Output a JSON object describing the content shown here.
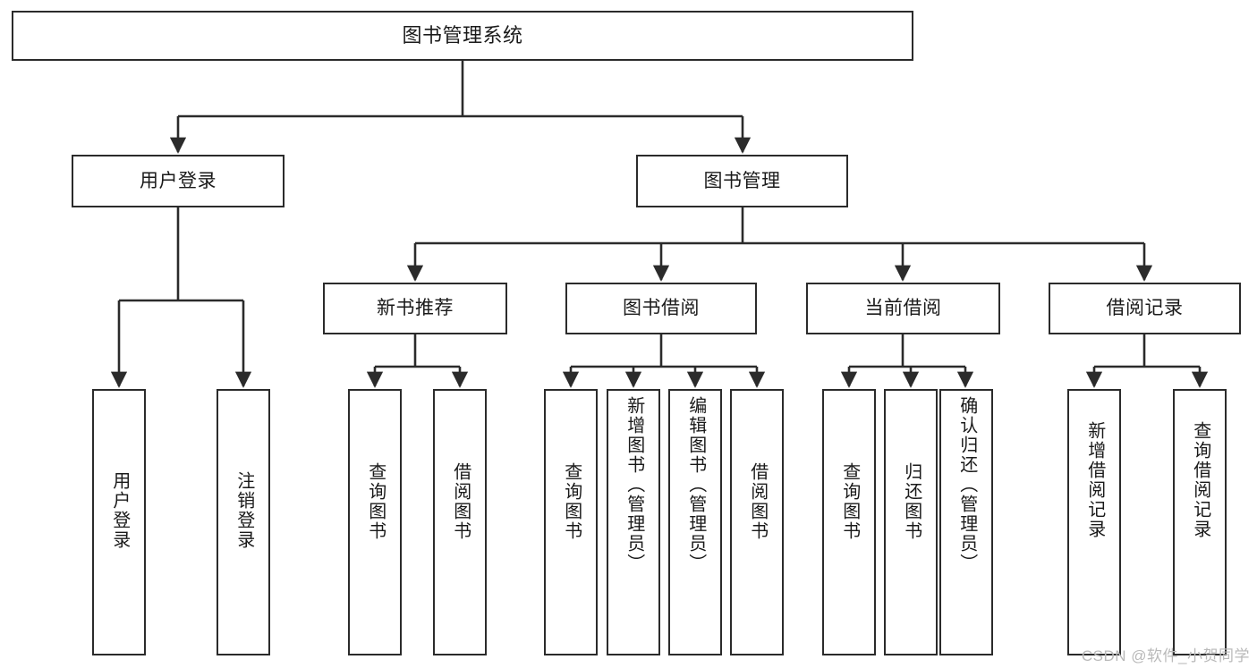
{
  "diagram": {
    "type": "tree",
    "title": "图书管理系统",
    "orientation": "top-down",
    "colors": {
      "node_border": "#2b2b2b",
      "node_fill": "#ffffff",
      "edge": "#2b2b2b",
      "text": "#1a1a1a",
      "watermark": "#b9b9b9",
      "background": "#ffffff"
    },
    "root": {
      "label": "图书管理系统"
    },
    "level2": [
      {
        "label": "用户登录"
      },
      {
        "label": "图书管理"
      }
    ],
    "level3": [
      {
        "label": "新书推荐"
      },
      {
        "label": "图书借阅"
      },
      {
        "label": "当前借阅"
      },
      {
        "label": "借阅记录"
      }
    ],
    "leaves": {
      "user_login": [
        {
          "label": "用户登录"
        },
        {
          "label": "注销登录"
        }
      ],
      "new_book_recommend": [
        {
          "label": "查询图书"
        },
        {
          "label": "借阅图书"
        }
      ],
      "book_borrow": [
        {
          "label": "查询图书"
        },
        {
          "label": "新增图书（管理员）"
        },
        {
          "label": "编辑图书（管理员）"
        },
        {
          "label": "借阅图书"
        }
      ],
      "current_borrow": [
        {
          "label": "查询图书"
        },
        {
          "label": "归还图书"
        },
        {
          "label": "确认归还（管理员）"
        }
      ],
      "borrow_record": [
        {
          "label": "新增借阅记录"
        },
        {
          "label": "查询借阅记录"
        }
      ]
    },
    "watermark": "CSDN @软件_小贺同学"
  }
}
